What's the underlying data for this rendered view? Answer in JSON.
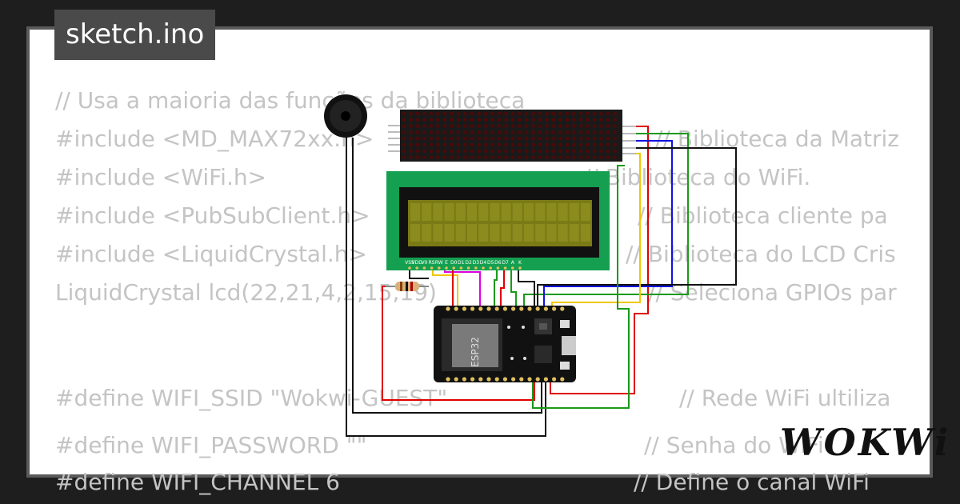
{
  "tab": {
    "filename": "sketch.ino"
  },
  "code": {
    "lines": [
      "// Usa a maioria das funções da biblioteca",
      "#include <MD_MAX72xx.h>",
      "#include <WiFi.h>",
      "#include <PubSubClient.h>",
      "#include <LiquidCrystal.h>",
      "LiquidCrystal lcd(22,21,4,2,15,19)",
      "",
      "#define WIFI_SSID \"Wokwi-GUEST\"",
      "#define WIFI_PASSWORD \"\"",
      "#define WIFI_CHANNEL 6"
    ],
    "comments": [
      "// Biblioteca da Matriz",
      "// Biblioteca do WiFi.",
      "// Biblioteca cliente pa",
      "// Biblioteca do LCD Cris",
      "// Seleciona GPIOs par",
      "// Rede WiFi ultiliza",
      "// Senha do WiFi",
      "// Define o canal WiFi"
    ]
  },
  "circuit": {
    "lcd_pins": [
      "VSS",
      "VDD",
      "V0",
      "RS",
      "RW",
      "E",
      "D0",
      "D1",
      "D2",
      "D3",
      "D4",
      "D5",
      "D6",
      "D7",
      "A",
      "K"
    ],
    "esp_label": "ESP32",
    "wire_colors": {
      "red": "#e00000",
      "green": "#1a9a1a",
      "blue": "#1010e0",
      "yellow": "#f0c800",
      "black": "#111111",
      "magenta": "#e000e0"
    }
  },
  "brand": {
    "logo": "WOKWi"
  }
}
